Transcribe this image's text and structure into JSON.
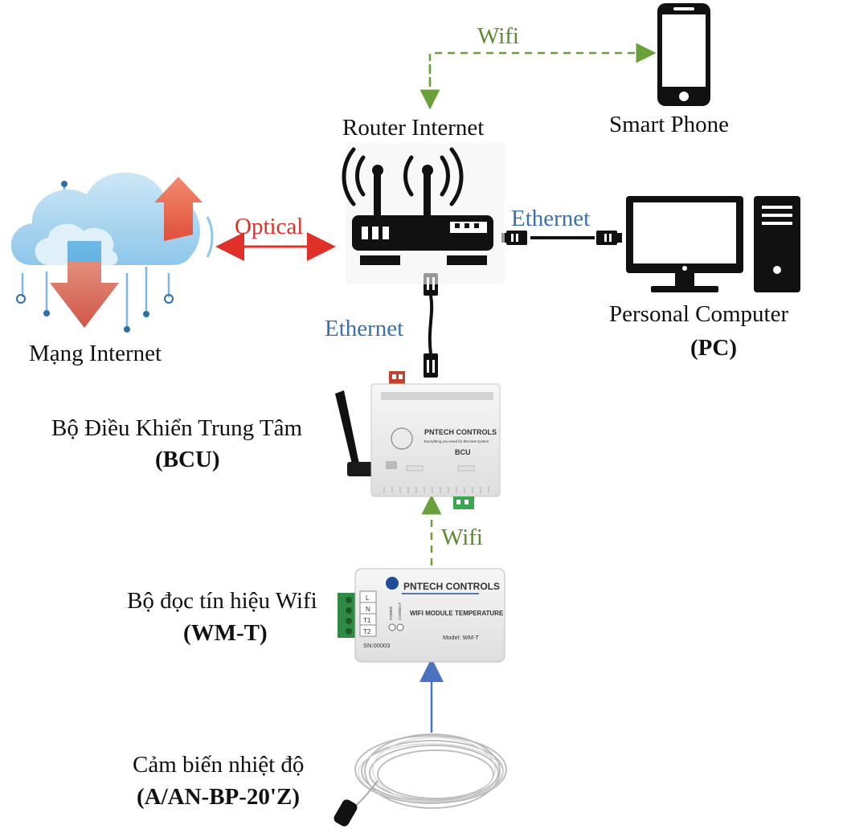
{
  "links": {
    "wifi_top": "Wifi",
    "optical": "Optical",
    "ethernet_pc": "Ethernet",
    "ethernet_bcu": "Ethernet",
    "wifi_bottom": "Wifi"
  },
  "nodes": {
    "router": {
      "label": "Router Internet"
    },
    "phone": {
      "label": "Smart Phone"
    },
    "internet": {
      "label": "Mạng Internet"
    },
    "pc": {
      "label": "Personal Computer",
      "sublabel": "(PC)"
    },
    "bcu": {
      "label": "Bộ Điều Khiển Trung Tâm",
      "sublabel": "(BCU)",
      "brand": "PNTECH CONTROLS",
      "tagline": "Everything you need for the best system",
      "model": "BCU"
    },
    "wmt": {
      "label": "Bộ đọc tín hiệu Wifi",
      "sublabel": "(WM-T)",
      "brand": "PNTECH CONTROLS",
      "title": "WIFI MODULE TEMPERATURE",
      "model": "Model: WM-T",
      "serial": "SN:00003",
      "terminals": [
        "L",
        "N",
        "T1",
        "T2"
      ],
      "led_power": "POWER",
      "led_connect": "CONNECT"
    },
    "sensor": {
      "label": "Cảm biến nhiệt độ",
      "sublabel": "(A/AN-BP-20'Z)"
    }
  },
  "colors": {
    "wifi": "#5a8a2e",
    "optical": "#e0302a",
    "ethernet": "#3a6fb0",
    "sensor_arrow": "#4a72c0"
  }
}
